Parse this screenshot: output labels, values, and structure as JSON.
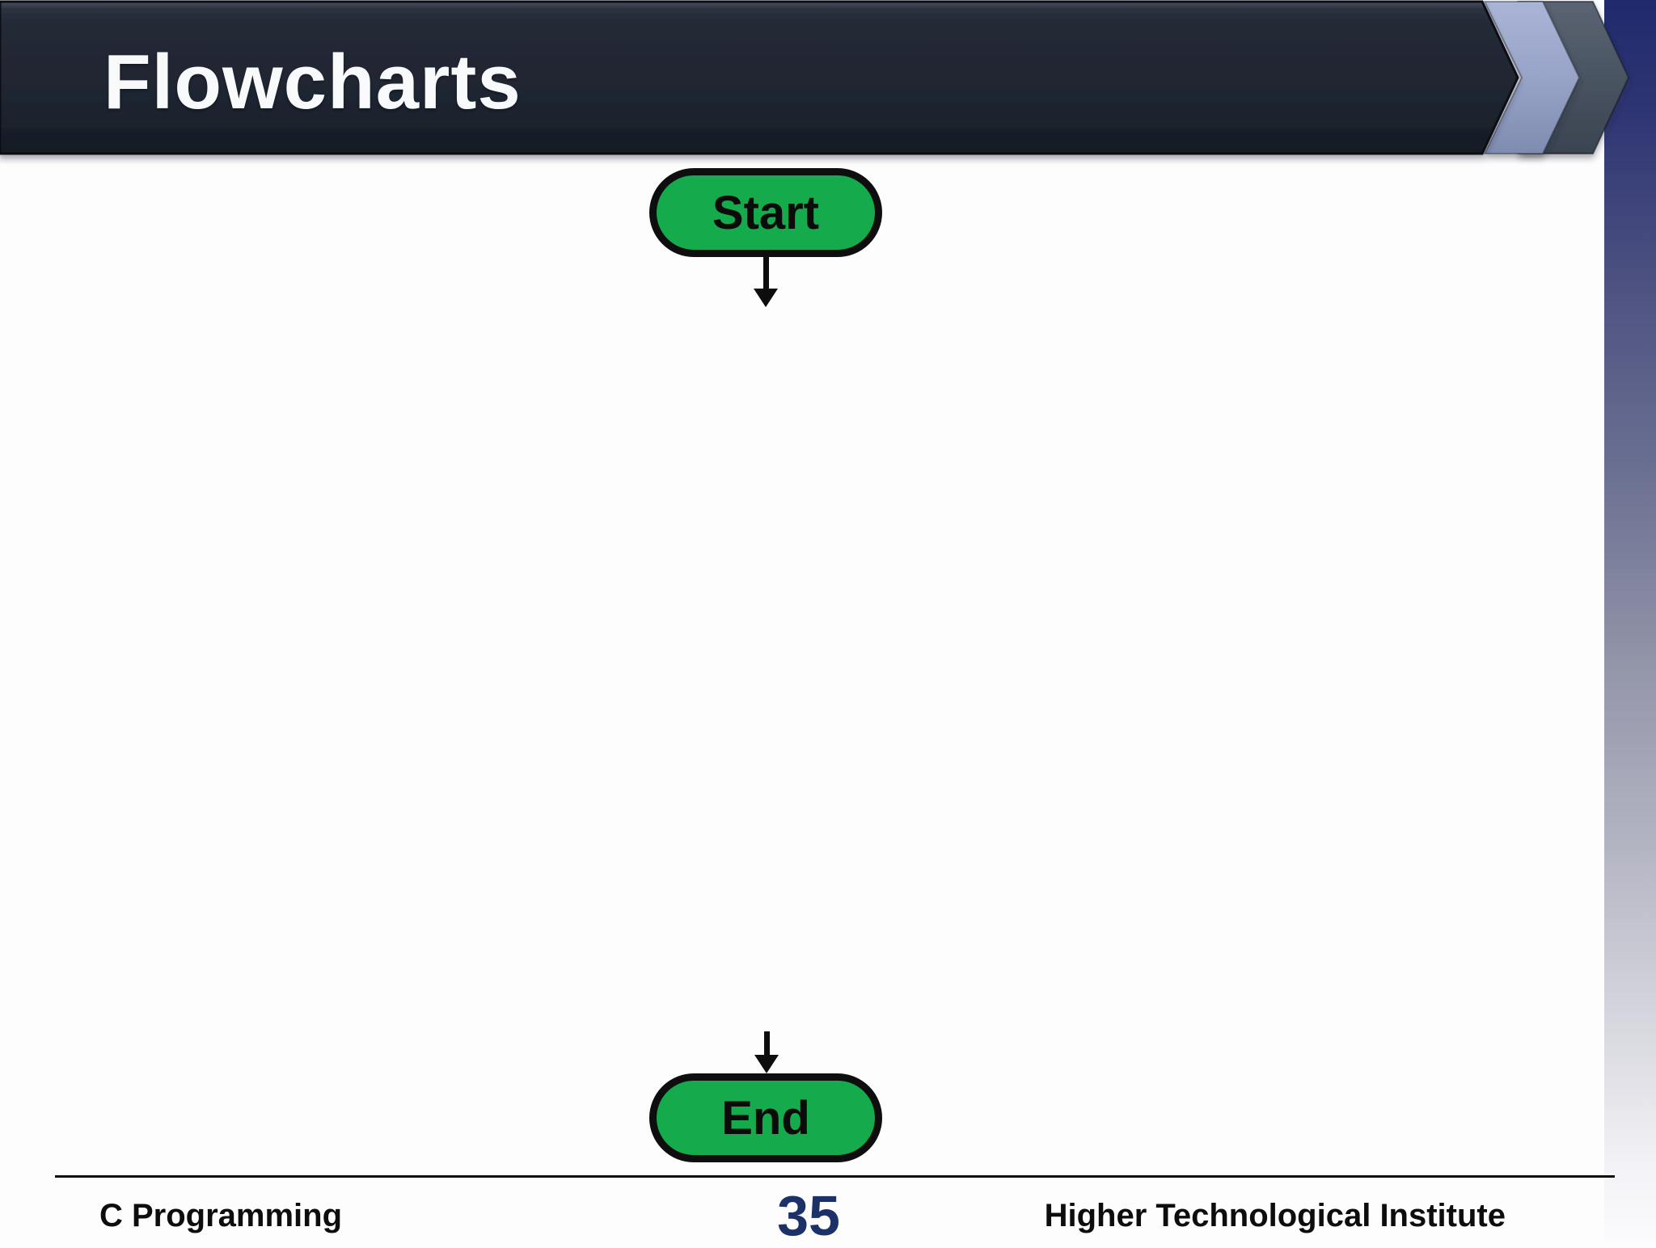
{
  "header": {
    "title": "Flowcharts"
  },
  "flowchart": {
    "nodes": [
      {
        "id": "start",
        "label": "Start",
        "shape": "terminator"
      },
      {
        "id": "end",
        "label": "End",
        "shape": "terminator"
      }
    ],
    "connectors": [
      {
        "from": "start",
        "to": "down-arrow",
        "direction": "down"
      },
      {
        "from": "down-arrow",
        "to": "end",
        "direction": "down"
      }
    ]
  },
  "footer": {
    "course": "C Programming",
    "page_number": "35",
    "institution": "Higher Technological Institute"
  },
  "colors": {
    "header_bar": "#1f2630",
    "title_text": "#f8f9fb",
    "node_fill": "#15ab4d",
    "node_border": "#0e0e0e",
    "page_number": "#1d3169",
    "chevron_light": "#97a3c7",
    "chevron_slate": "#4a5462",
    "band_top": "#202a6c"
  }
}
